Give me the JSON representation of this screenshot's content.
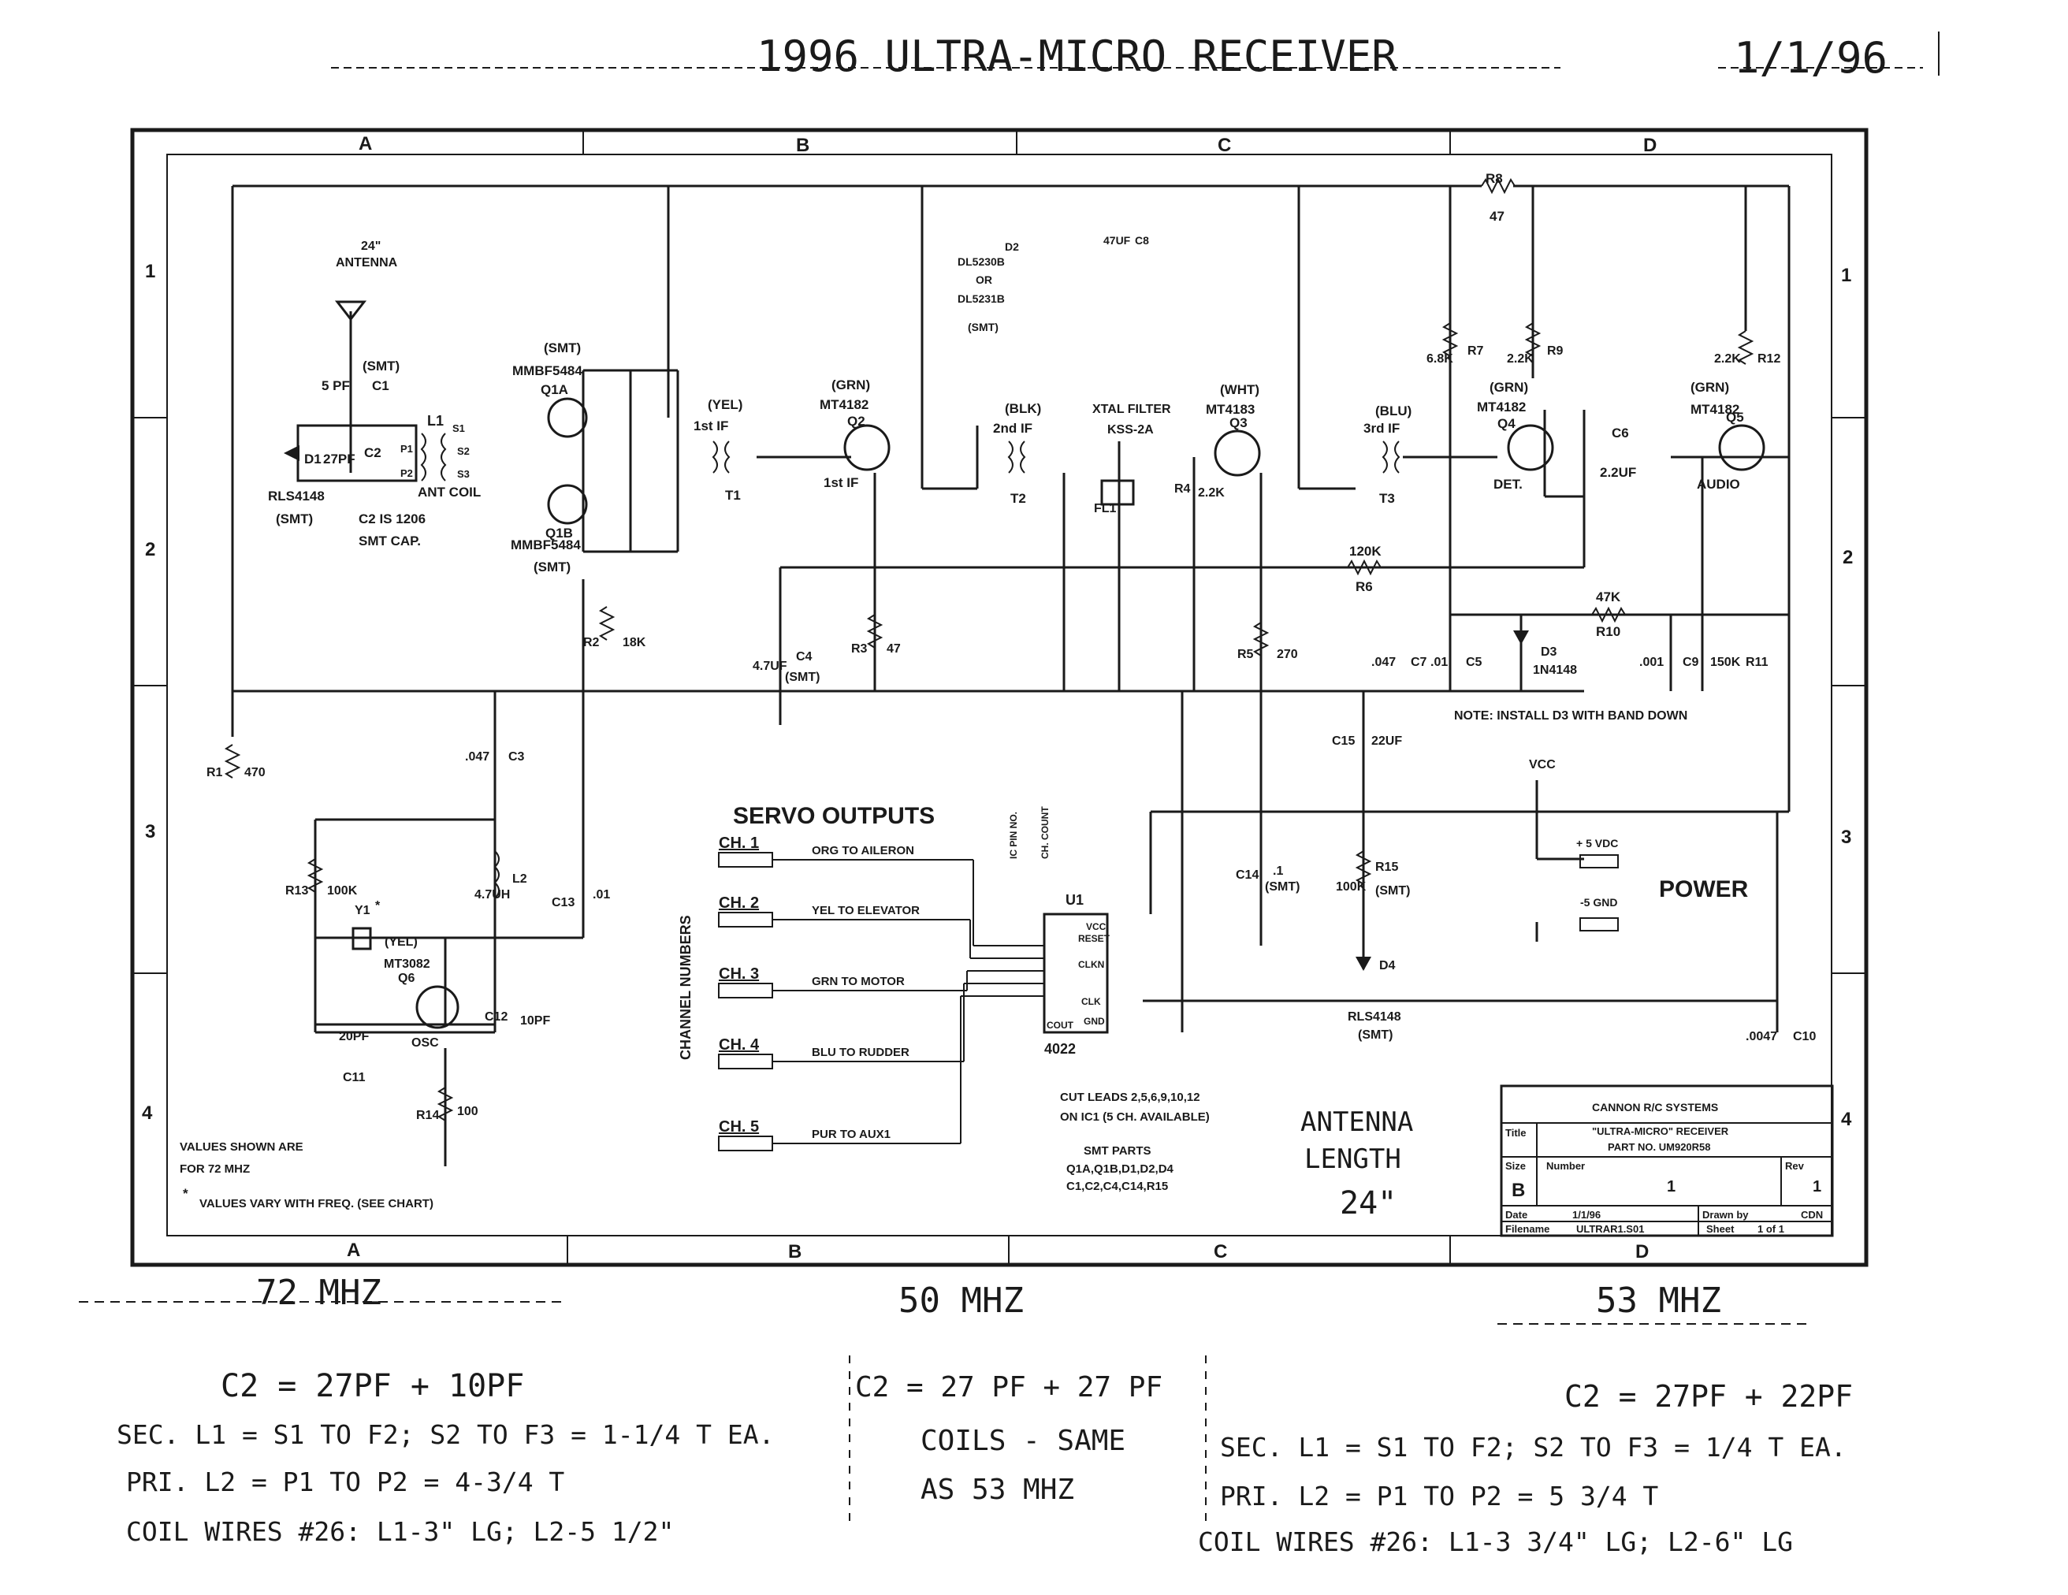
{
  "header": {
    "title": "1996 ULTRA-MICRO RECEIVER",
    "date": "1/1/96"
  },
  "frame": {
    "columns": [
      "A",
      "B",
      "C",
      "D"
    ],
    "rows": [
      "1",
      "2",
      "3",
      "4"
    ]
  },
  "schematic": {
    "antenna": {
      "label_top": "24\"",
      "label": "ANTENNA"
    },
    "parts": {
      "c1": "C1",
      "c1_val": "5 PF",
      "c1_note": "(SMT)",
      "c2": "C2",
      "c2_val": "27PF",
      "d1": "D1",
      "d1_part": "RLS4148",
      "d1_note": "(SMT)",
      "c2_note1": "C2 IS 1206",
      "c2_note2": "SMT CAP.",
      "l1": "L1",
      "ant_coil": "ANT COIL",
      "p1": "P1",
      "p2": "P2",
      "s1": "S1",
      "s2": "S2",
      "s3": "S3",
      "q1a": "Q1A",
      "q1b": "Q1B",
      "q1a_part": "MMBF5484",
      "q1b_part": "MMBF5484",
      "q1a_note": "(SMT)",
      "q1b_note": "(SMT)",
      "t1": "T1",
      "t1_color": "(YEL)",
      "t1_name": "1st IF",
      "q2": "Q2",
      "q2_part": "MT4182",
      "q2_color": "(GRN)",
      "q2_name": "1st IF",
      "d2": "D2",
      "d2_part1": "DL5230B",
      "d2_or": "OR",
      "d2_part2": "DL5231B",
      "d2_note": "(SMT)",
      "c8": "C8",
      "c8_val": "47UF",
      "t2": "T2",
      "t2_color": "(BLK)",
      "t2_name": "2nd IF",
      "fl1": "FL1",
      "xtal": "XTAL FILTER",
      "xtal_part": "KSS-2A",
      "r4": "R4",
      "r4_val": "2.2K",
      "q3": "Q3",
      "q3_part": "MT4183",
      "q3_color": "(WHT)",
      "t3": "T3",
      "t3_color": "(BLU)",
      "t3_name": "3rd IF",
      "r8": "R8",
      "r8_val": "47",
      "r7": "R7",
      "r7_val": "6.8K",
      "r9": "R9",
      "r9_val": "2.2K",
      "q4": "Q4",
      "q4_part": "MT4182",
      "q4_color": "(GRN)",
      "q4_name": "DET.",
      "c6": "C6",
      "c6_val": "2.2UF",
      "q5": "Q5",
      "q5_part": "MT4182",
      "q5_color": "(GRN)",
      "q5_name": "AUDIO",
      "r12": "R12",
      "r12_val": "2.2K",
      "r6": "R6",
      "r6_val": "120K",
      "r10": "R10",
      "r10_val": "47K",
      "r2": "R2",
      "r2_val": "18K",
      "c4": "C4",
      "c4_val": "4.7UF",
      "c4_note": "(SMT)",
      "r3": "R3",
      "r3_val": "47",
      "r5": "R5",
      "r5_val": "270",
      "c7": "C7",
      "c7_val": ".047",
      "c7_val2": ".01",
      "c5": "C5",
      "d3": "D3",
      "d3_part": "1N4148",
      "c9": "C9",
      "c9_val": ".001",
      "r11": "R11",
      "r11_val": "150K",
      "note_d3": "NOTE: INSTALL D3 WITH BAND DOWN",
      "r1": "R1",
      "r1_val": "470",
      "c3": "C3",
      "c3_val": ".047",
      "c15": "C15",
      "c15_val": "22UF",
      "vcc": "VCC",
      "r13": "R13",
      "r13_val": "100K",
      "l2": "L2",
      "l2_val": "4.7UH",
      "c13": "C13",
      "c13_val": ".01",
      "y1": "Y1",
      "y1_mark": "*",
      "y1_color": "(YEL)",
      "q6": "Q6",
      "q6_part": "MT3082",
      "osc": "OSC",
      "c12": "C12",
      "c12_val": "10PF",
      "c11": "C11",
      "c11_val": "20PF",
      "r14": "R14",
      "r14_val": "100",
      "c14": "C14",
      "c14_val": ".1",
      "c14_note": "(SMT)",
      "r15": "R15",
      "r15_val": "100K",
      "r15_note": "(SMT)",
      "d4": "D4",
      "d4_part": "RLS4148",
      "d4_note": "(SMT)",
      "c10": "C10",
      "c10_val": ".0047",
      "u1": "U1",
      "u1_part": "4022",
      "u1_vcc": "VCC",
      "u1_reset": "RESET",
      "u1_clkn": "CLKN",
      "u1_clk": "CLK",
      "u1_gnd": "GND",
      "u1_cout": "COUT",
      "u1_note1": "IC PIN NO.",
      "u1_note2": "CH. COUNT"
    },
    "servo": {
      "title": "SERVO OUTPUTS",
      "axis": "CHANNEL NUMBERS",
      "channels": [
        {
          "ch": "CH. 1",
          "desc": "ORG TO AILERON"
        },
        {
          "ch": "CH. 2",
          "desc": "YEL TO ELEVATOR"
        },
        {
          "ch": "CH. 3",
          "desc": "GRN TO MOTOR"
        },
        {
          "ch": "CH. 4",
          "desc": "BLU TO RUDDER"
        },
        {
          "ch": "CH. 5",
          "desc": "PUR TO AUX1"
        }
      ]
    },
    "power": {
      "title": "POWER",
      "plus": "+ 5 VDC",
      "minus": "-5 GND"
    },
    "notes": {
      "values1": "VALUES SHOWN ARE",
      "values2": "FOR 72 MHZ",
      "values3": "VALUES VARY WITH FREQ. (SEE CHART)",
      "star": "*",
      "cut1": "CUT LEADS 2,5,6,9,10,12",
      "cut2": "ON IC1 (5 CH. AVAILABLE)",
      "smt1": "SMT PARTS",
      "smt2": "Q1A,Q1B,D1,D2,D4",
      "smt3": "C1,C2,C4,C14,R15"
    },
    "antenna_length": {
      "line1": "ANTENNA",
      "line2": "LENGTH",
      "line3": "24\""
    }
  },
  "title_block": {
    "company": "CANNON R/C SYSTEMS",
    "title_label": "Title",
    "title": "\"ULTRA-MICRO\" RECEIVER",
    "part": "PART NO. UM920R58",
    "size_label": "Size",
    "size": "B",
    "number_label": "Number",
    "number": "1",
    "rev_label": "Rev",
    "rev": "1",
    "date_label": "Date",
    "date": "1/1/96",
    "drawn_label": "Drawn by",
    "drawn": "CDN",
    "filename_label": "Filename",
    "filename": "ULTRAR1.S01",
    "sheet_label": "Sheet",
    "sheet": "1 of 1"
  },
  "bottom": {
    "freq_72": "72 MHZ",
    "freq_50": "50 MHZ",
    "freq_53": "53 MHZ",
    "left": [
      "C2 = 27PF + 10PF",
      "SEC. L1 = S1 TO F2; S2 TO F3 = 1-1/4 T EA.",
      "PRI. L2 = P1 TO P2 = 4-3/4 T",
      "COIL WIRES #26: L1-3\" LG; L2-5 1/2\""
    ],
    "middle": [
      "C2 = 27 PF + 27 PF",
      "COILS - SAME",
      "AS 53 MHZ"
    ],
    "right": [
      "C2 = 27PF + 22PF",
      "SEC. L1 = S1 TO F2; S2 TO F3 = 1/4 T EA.",
      "PRI. L2 = P1 TO P2 = 5 3/4 T",
      "COIL WIRES #26: L1-3 3/4\" LG; L2-6\" LG"
    ]
  }
}
